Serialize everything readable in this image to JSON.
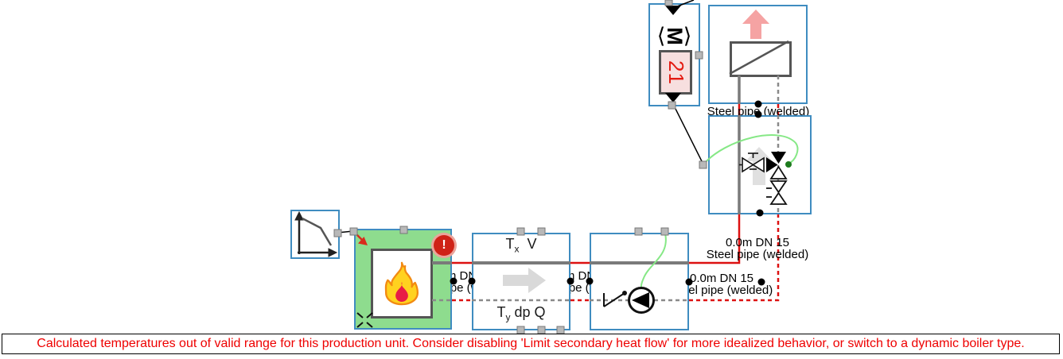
{
  "app": {
    "type": "hydronic-schematic-editor"
  },
  "error_bar": {
    "text": "Calculated temperatures out of valid range for this production unit. Consider disabling 'Limit secondary heat flow' for more idealized behavior, or switch to a dynamic boiler type."
  },
  "pipe_label": {
    "line1": "0.0m DN 15",
    "line2": "Steel pipe (welded)"
  },
  "sensor_block": {
    "top_t": "T",
    "top_sub": "x",
    "top_var": "V",
    "bottom_t": "T",
    "bottom_sub": "y",
    "bottom_vars": "dp Q"
  },
  "controller": {
    "bracket_left": "⟨",
    "motor_letter": "M",
    "bracket_right": "⟩",
    "setpoint": "21"
  },
  "boiler": {
    "warning_glyph": "!"
  },
  "icons": {
    "flame_icon": "boiler burner flame",
    "heat_curve_icon": "heating curve graph",
    "pump_icon": "circulation pump",
    "check_valve_icon": "non-return valve",
    "balancing_valve_icon": "balancing valve with T handle",
    "three_way_valve_icon": "three-way control valve",
    "shutoff_valve_icon": "shut-off valve",
    "flow_arrow_icon": "flow direction arrow",
    "heat_emission_arrow_icon": "heat emission arrow",
    "warning_icon": "exclamation warning badge",
    "motor_signal_icon": "rotated M in angle brackets",
    "cursor_arrow_icon": "red link cursor arrow",
    "cut_marker_icon": "broken X marker"
  },
  "colors": {
    "selection_blue": "#3f8cc0",
    "boiler_fill_green": "#8edc8e",
    "pipe_red": "#dd1111",
    "pipe_gray": "#7a7a7a",
    "signal_green": "#86e886",
    "warning_red": "#cf2217",
    "error_text_red": "#ee0000",
    "watermark_gray": "#dcdcdc",
    "radiator_arrow_pink": "#f5a3a3",
    "flame_yellow": "#ffd21f",
    "flame_orange": "#f28a12",
    "flame_crimson": "#e81c46",
    "setpoint_bg_pink": "#f7dfdf",
    "label_black": "#000000"
  }
}
